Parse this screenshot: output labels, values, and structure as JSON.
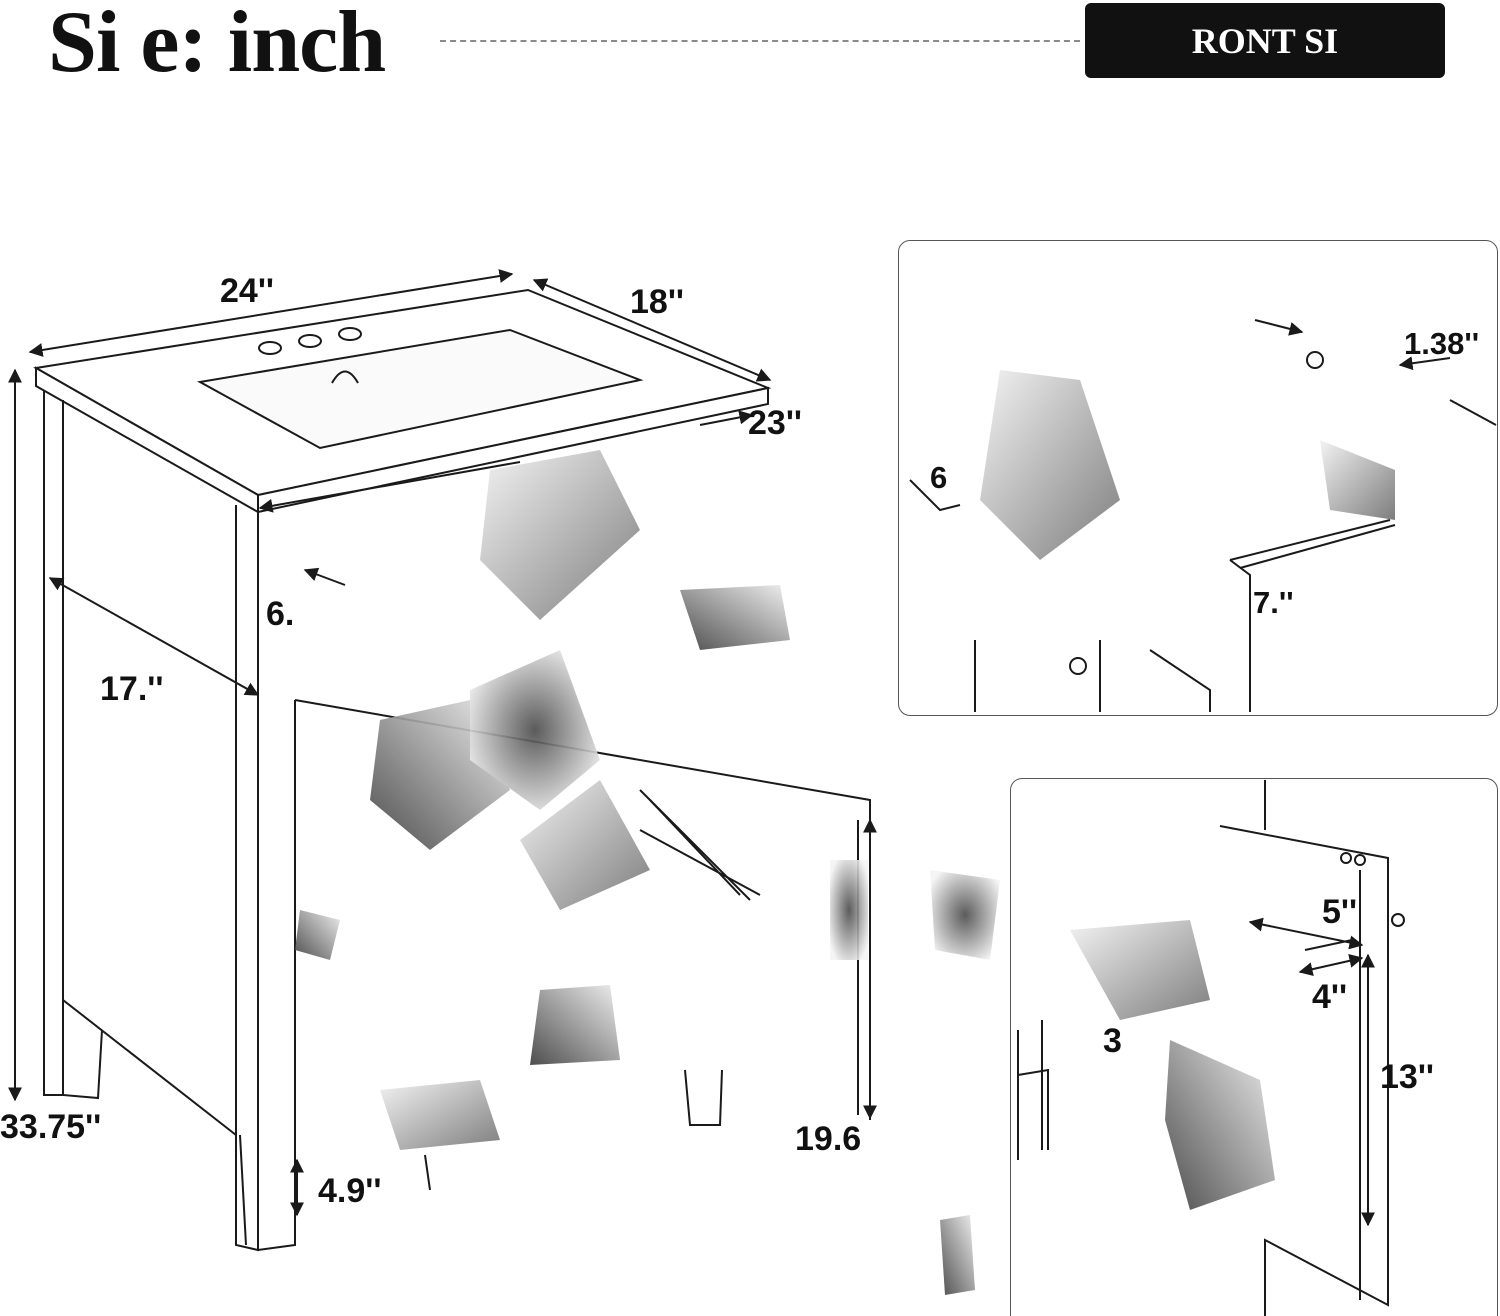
{
  "header": {
    "title": "Si e: inch",
    "badge_label": "RONT SI"
  },
  "main_view": {
    "width": "24''",
    "depth": "18''",
    "basin_width": "23''",
    "inner_depth": "17.''",
    "inner_a": "6.",
    "height": "33.75''",
    "leg_gap": "19.6",
    "leg_height": "4.9''"
  },
  "detail_top": {
    "label_a": "1.38''",
    "label_b": "6",
    "label_c": "7.''"
  },
  "detail_bottom": {
    "label_a": "5''",
    "label_b": "4''",
    "label_c": "13''",
    "label_d": "3"
  },
  "colors": {
    "line": "#1a1a1a",
    "badge_bg": "#111111",
    "badge_text": "#ffffff"
  }
}
